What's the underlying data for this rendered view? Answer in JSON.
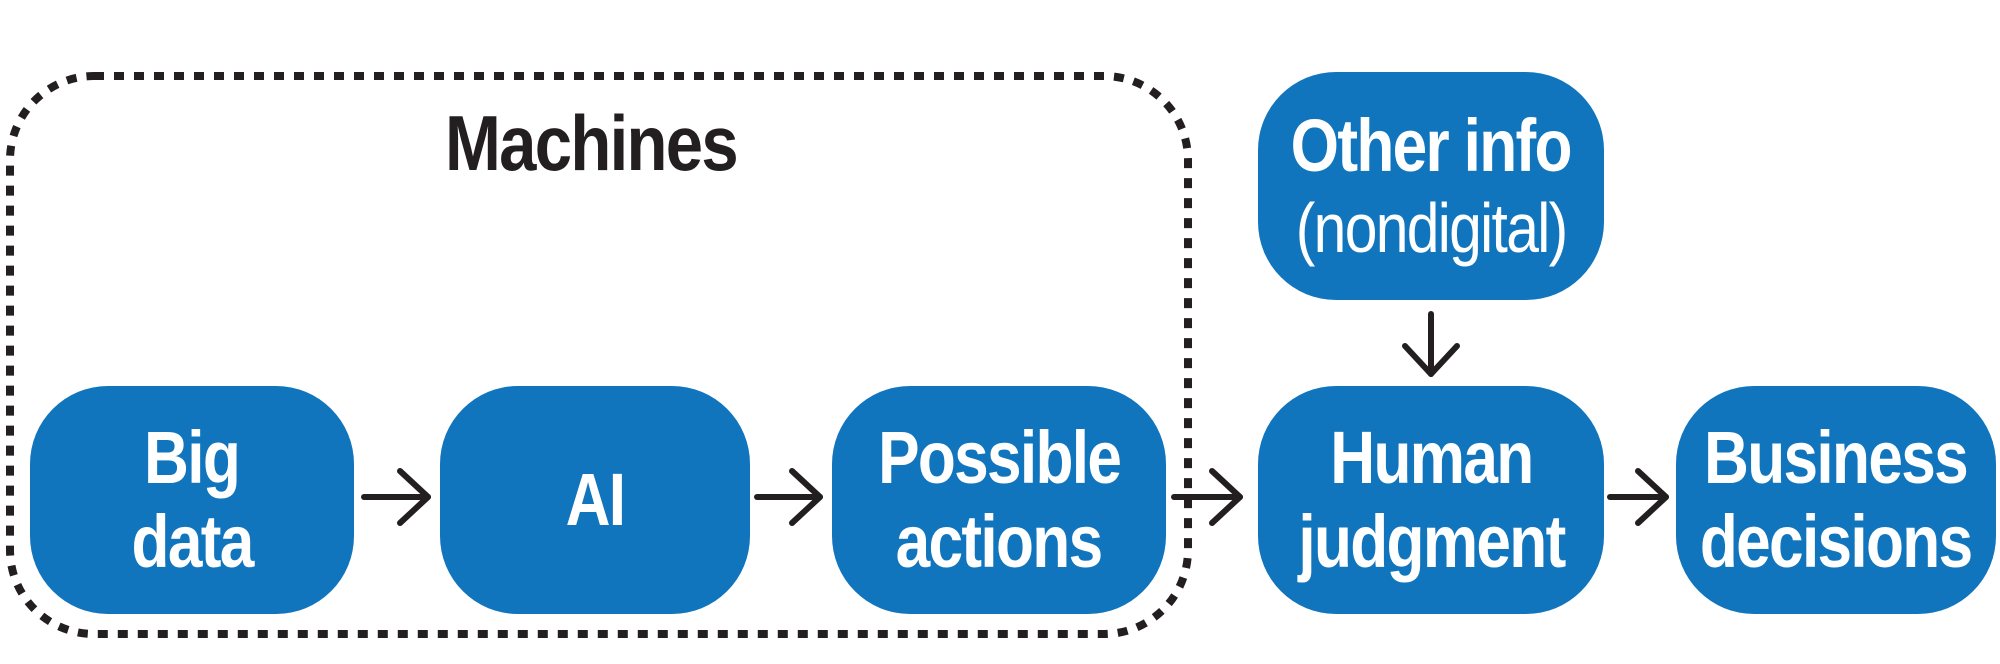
{
  "group": {
    "label": "Machines"
  },
  "nodes": {
    "big_data": {
      "line1": "Big",
      "line2": "data"
    },
    "ai": {
      "line1": "AI"
    },
    "possible_actions": {
      "line1": "Possible",
      "line2": "actions"
    },
    "other_info": {
      "line1": "Other info",
      "line2": "(nondigital)"
    },
    "human_judgment": {
      "line1": "Human",
      "line2": "judgment"
    },
    "business_decisions": {
      "line1": "Business",
      "line2": "decisions"
    }
  },
  "colors": {
    "node_fill": "#1175be",
    "node_text": "#ffffff",
    "ink": "#231f20"
  },
  "edges": [
    {
      "from": "Big data",
      "to": "AI"
    },
    {
      "from": "AI",
      "to": "Possible actions"
    },
    {
      "from": "Possible actions",
      "to": "Human judgment"
    },
    {
      "from": "Other info (nondigital)",
      "to": "Human judgment"
    },
    {
      "from": "Human judgment",
      "to": "Business decisions"
    }
  ]
}
